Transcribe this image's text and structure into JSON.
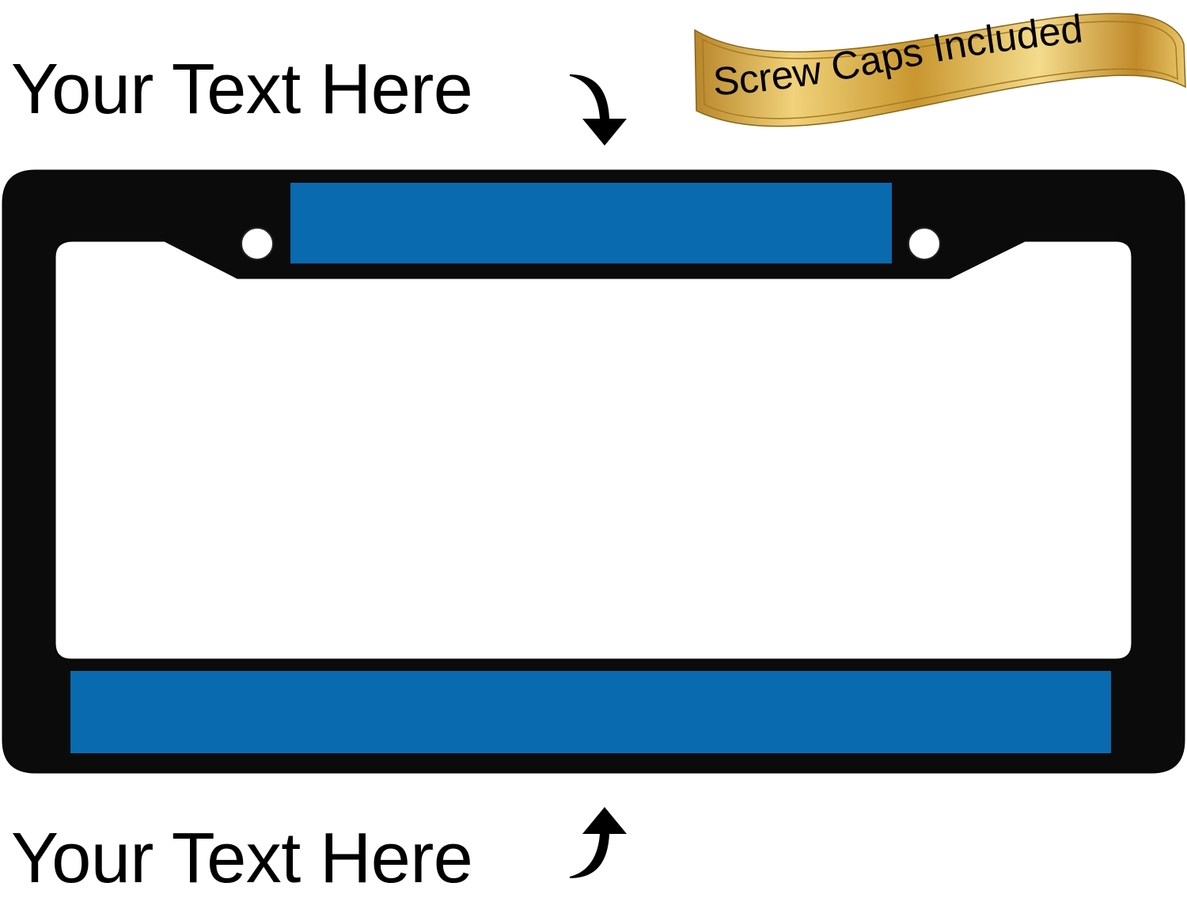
{
  "product": {
    "frame_color": "#0b0b0b",
    "strip_color": "#0a6aaf",
    "top_caption": "Your Text Here",
    "bottom_caption": "Your Text Here",
    "banner": {
      "text": "Screw Caps Included",
      "color": "#d4a63c"
    },
    "icons": {
      "top_arrow": "curved-arrow-down-icon",
      "bottom_arrow": "curved-arrow-up-icon",
      "mount_holes": 2
    }
  }
}
